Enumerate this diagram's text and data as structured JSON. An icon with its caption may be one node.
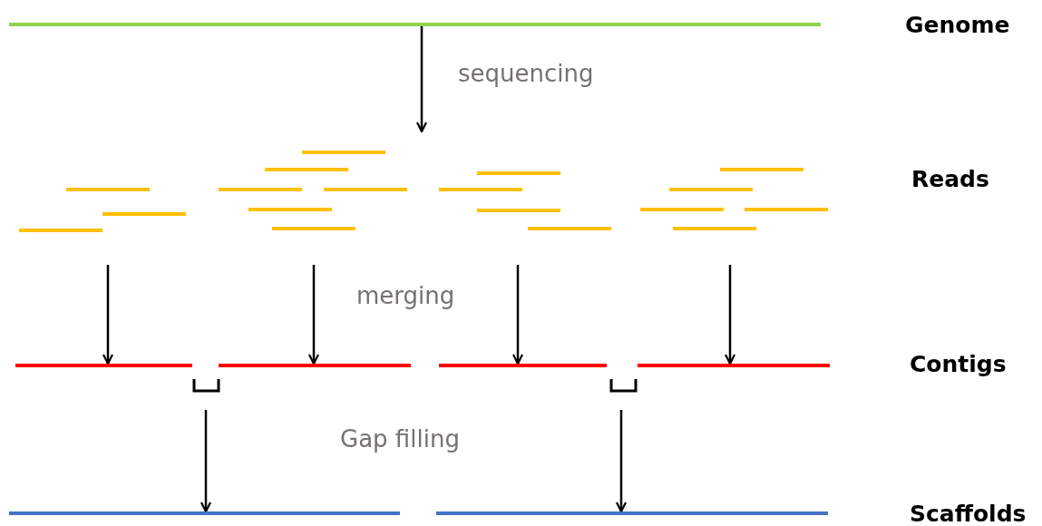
{
  "diagram": {
    "nodes": [
      {
        "text": [],
        "shape": "bar"
      },
      {
        "text": [],
        "shape": "bar"
      },
      {
        "text": [],
        "shape": "bar"
      },
      {
        "text": [],
        "shape": "bar"
      },
      {
        "text": [],
        "shape": "bar"
      },
      {
        "text": [],
        "shape": "bar"
      },
      {
        "text": [],
        "shape": "bar"
      }
    ],
    "edges": [
      {
        "from": 0,
        "to": null,
        "arrow": "to"
      },
      {
        "from": null,
        "to": 1,
        "arrow": "to"
      },
      {
        "from": null,
        "to": 2,
        "arrow": "to"
      },
      {
        "from": null,
        "to": 3,
        "arrow": "to"
      },
      {
        "from": null,
        "to": 4,
        "arrow": "to"
      },
      {
        "from": null,
        "to": 5,
        "arrow": "to"
      },
      {
        "from": null,
        "to": 6,
        "arrow": "to"
      }
    ],
    "labels": [
      "Genome",
      "sequencing",
      "Reads",
      "merging",
      "Contigs",
      "Gap filling",
      "Scaffolds"
    ]
  }
}
